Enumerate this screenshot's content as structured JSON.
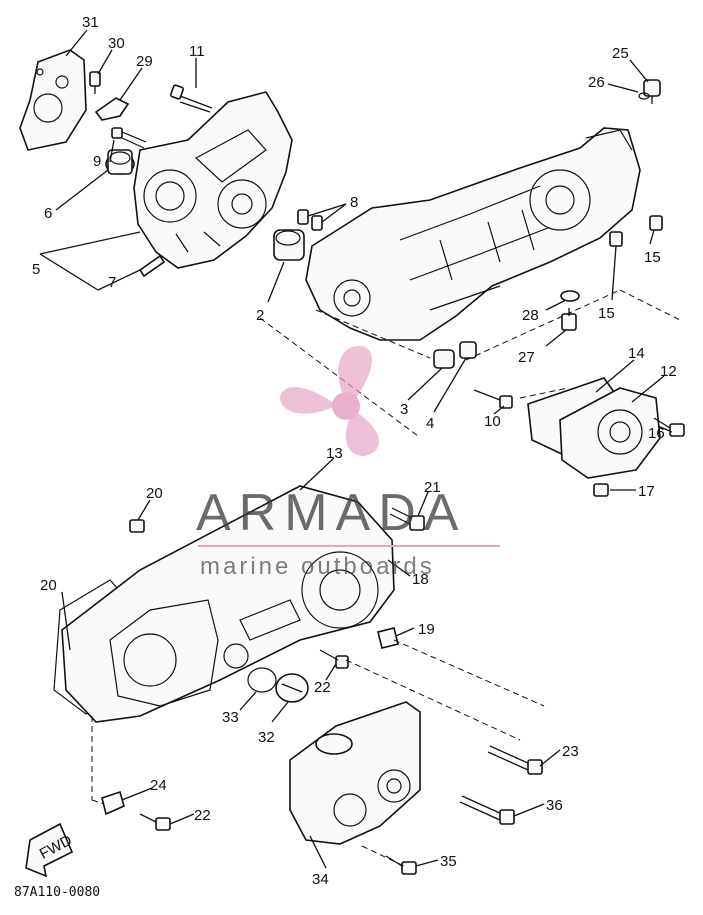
{
  "diagram": {
    "drawing_code": "87A110-0080",
    "fwd_label": "FWD",
    "callouts": [
      "31",
      "30",
      "29",
      "11",
      "9",
      "8",
      "6",
      "5",
      "7",
      "2",
      "25",
      "26",
      "15",
      "15",
      "28",
      "27",
      "3",
      "4",
      "10",
      "14",
      "12",
      "16",
      "17",
      "13",
      "20",
      "21",
      "18",
      "20",
      "19",
      "22",
      "33",
      "32",
      "23",
      "24",
      "22",
      "36",
      "35",
      "34"
    ]
  },
  "watermark": {
    "title": "ARMADA",
    "subtitle": "marine outboards",
    "colors": {
      "logo": "#e6a3c4",
      "text": "#3a3a3a"
    }
  }
}
